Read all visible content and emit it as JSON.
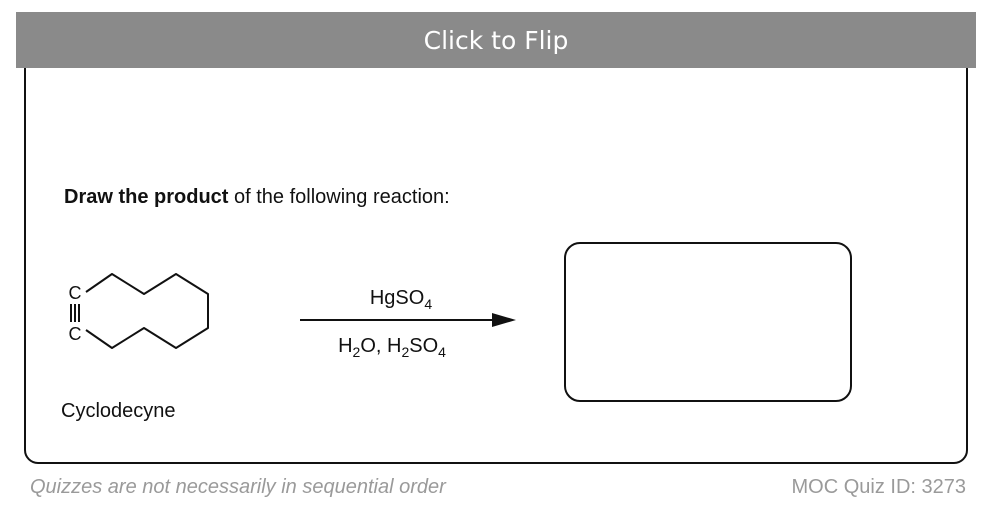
{
  "flip_label": "Click to Flip",
  "question": {
    "bold": "Draw the product",
    "rest": " of the following reaction:"
  },
  "reactant": {
    "name": "Cyclodecyne",
    "atom_labels": [
      "C",
      "C"
    ]
  },
  "reagents": {
    "above": {
      "main": "HgSO",
      "sub": "4"
    },
    "below": {
      "p1": "H",
      "s1": "2",
      "p2": "O, H",
      "s2": "2",
      "p3": "SO",
      "s3": "4"
    }
  },
  "footer": {
    "note": "Quizzes are not necessarily in sequential order",
    "quiz_id": "MOC Quiz ID: 3273"
  }
}
